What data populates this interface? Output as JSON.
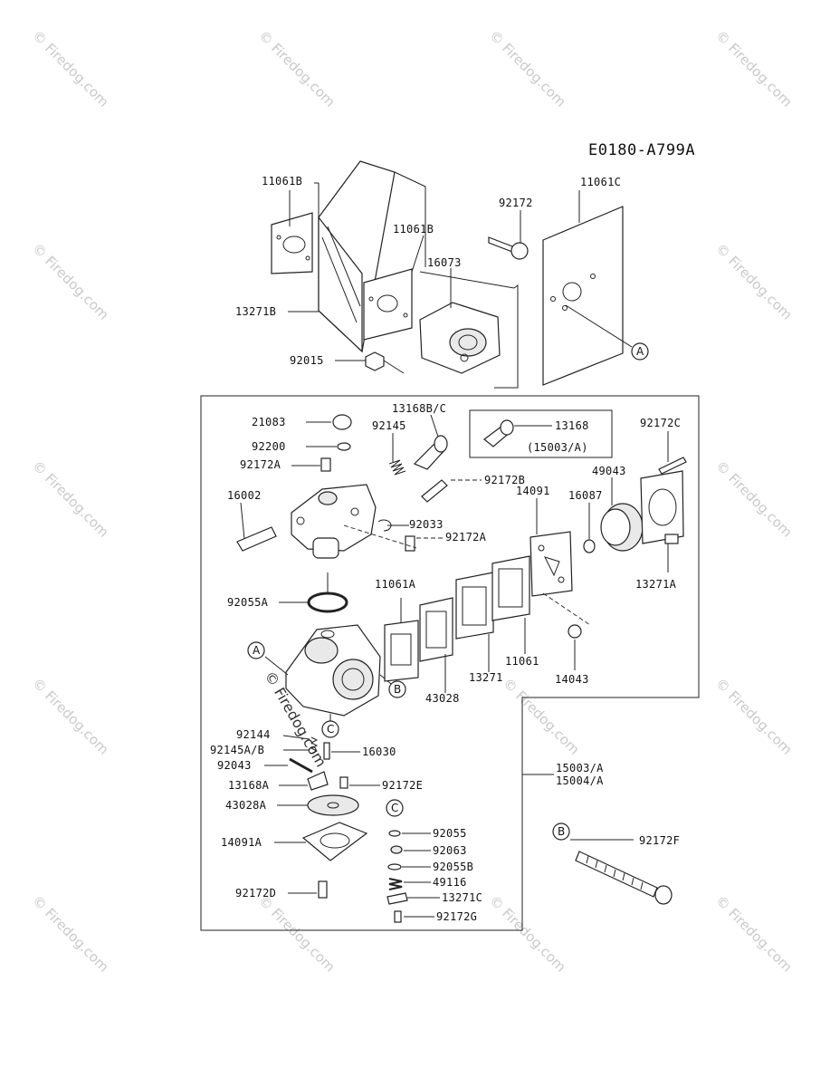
{
  "diagram_code": "E0180-A799A",
  "watermark": "© Firedog.com",
  "labels": {
    "l11061B_top": "11061B",
    "l11061C": "11061C",
    "l92172": "92172",
    "l11061B_mid": "11061B",
    "l16073": "16073",
    "l13271B": "13271B",
    "l92015": "92015",
    "l21083": "21083",
    "l13168BC": "13168B/C",
    "l13168": "13168",
    "l15003A_box": "(15003/A)",
    "l92172C": "92172C",
    "l92145": "92145",
    "l92200": "92200",
    "l92172A_1": "92172A",
    "l92172B": "92172B",
    "l14091": "14091",
    "l16087": "16087",
    "l49043": "49043",
    "l16002": "16002",
    "l92033": "92033",
    "l92172A_2": "92172A",
    "l13271A": "13271A",
    "l92055A": "92055A",
    "l11061A": "11061A",
    "l11061": "11061",
    "l13271": "13271",
    "l43028": "43028",
    "l14043": "14043",
    "l92144": "92144",
    "l92145AB": "92145A/B",
    "l16030": "16030",
    "l92043": "92043",
    "l15003A": "15003/A",
    "l15004A": "15004/A",
    "l13168A": "13168A",
    "l92172E": "92172E",
    "l43028A": "43028A",
    "l14091A": "14091A",
    "l92055": "92055",
    "l92063": "92063",
    "l92055B": "92055B",
    "l49116": "49116",
    "l13271C": "13271C",
    "l92172D": "92172D",
    "l92172G": "92172G",
    "l92172F": "92172F"
  },
  "markers": {
    "A1": "A",
    "A2": "A",
    "B1": "B",
    "B2": "B",
    "C1": "C",
    "C2": "C"
  }
}
